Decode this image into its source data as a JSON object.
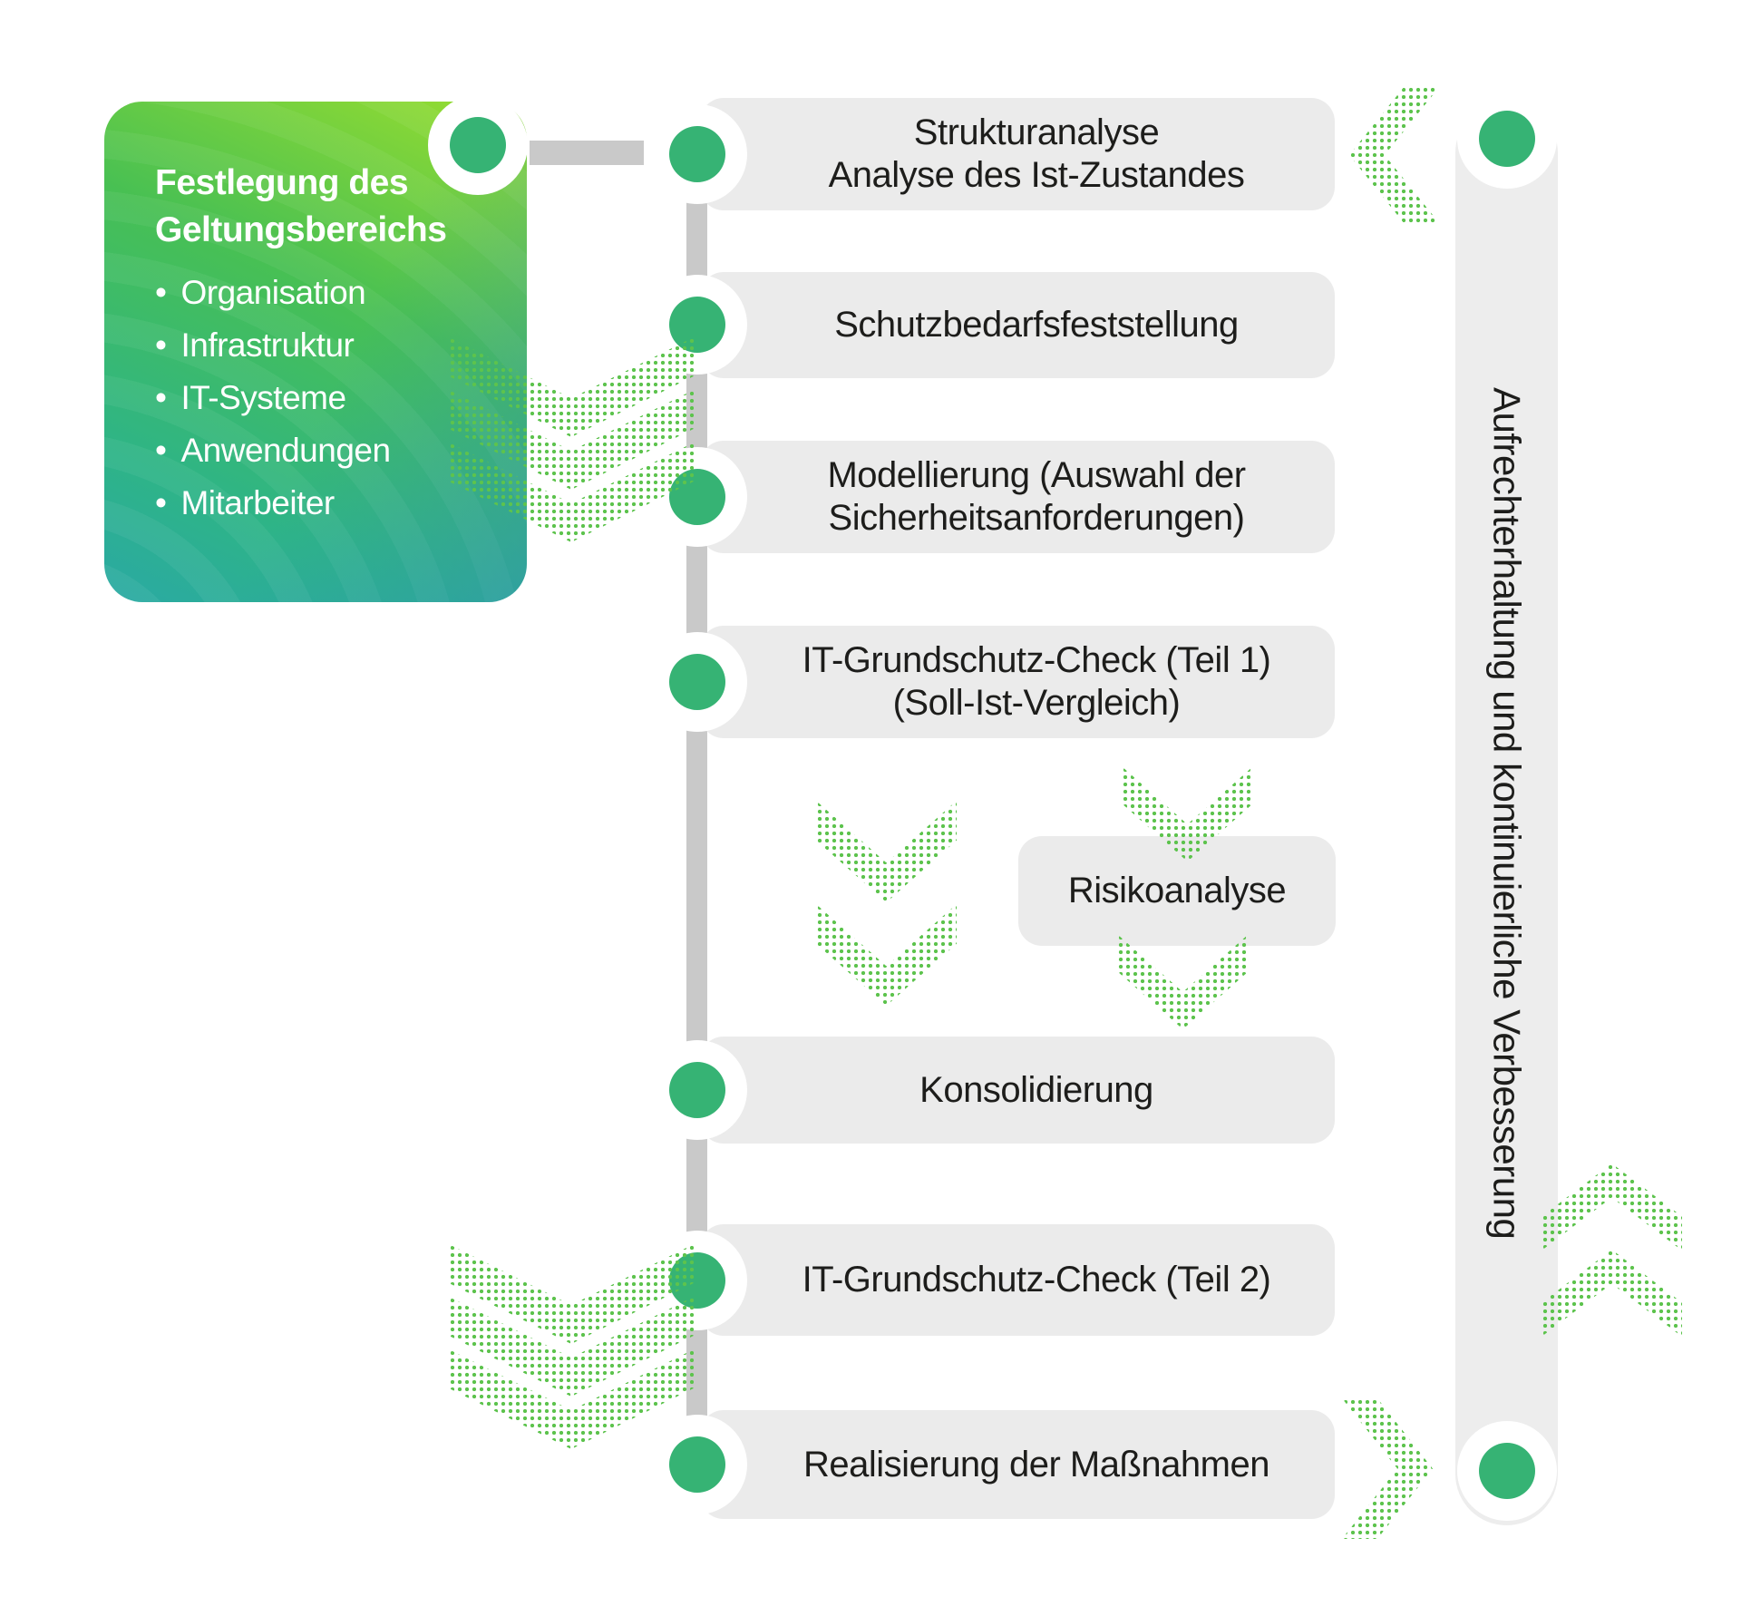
{
  "scope_box": {
    "title": [
      "Festlegung des",
      "Geltungsbereichs"
    ],
    "bullet": "•",
    "items": [
      "Organisation",
      "Infrastruktur",
      "IT-Systeme",
      "Anwendungen",
      "Mitarbeiter"
    ]
  },
  "steps": [
    {
      "lines": [
        "Strukturanalyse",
        "Analyse des Ist-Zustandes"
      ]
    },
    {
      "lines": [
        "Schutzbedarfsfeststellung"
      ]
    },
    {
      "lines": [
        "Modellierung (Auswahl der",
        "Sicherheitsanforderungen)"
      ]
    },
    {
      "lines": [
        "IT-Grundschutz-Check (Teil 1)",
        "(Soll-Ist-Vergleich)"
      ]
    },
    {
      "lines": [
        "Risikoanalyse"
      ]
    },
    {
      "lines": [
        "Konsolidierung"
      ]
    },
    {
      "lines": [
        "IT-Grundschutz-Check (Teil 2)"
      ]
    },
    {
      "lines": [
        "Realisierung der Maßnahmen"
      ]
    }
  ],
  "sidebar": {
    "label": "Aufrechterhaltung und kontinuierliche Verbesserung"
  },
  "colors": {
    "node_green": "#36b374",
    "chevron_dot_green": "#5dc34d",
    "box_gray": "#ebebeb",
    "connector_gray": "#c9c9c9",
    "text_dark": "#1d1d1b",
    "scope_gradient": [
      "#9ade2e",
      "#48c053",
      "#2eb487",
      "#2aa9a4",
      "#2f9ac2"
    ]
  }
}
